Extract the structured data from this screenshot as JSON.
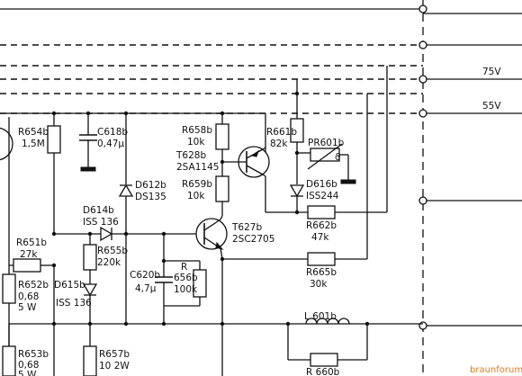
{
  "schematic": {
    "rails": {
      "v75": "75V",
      "v55": "55V"
    },
    "watermark": "braunforum",
    "components": {
      "r654": {
        "ref": "R654b",
        "value": "1,5M"
      },
      "c618": {
        "ref": "C618b",
        "value": "0,47μ"
      },
      "r658": {
        "ref": "R658b",
        "value": "10k"
      },
      "t628": {
        "ref": "T628b",
        "type": "2SA1145"
      },
      "r659": {
        "ref": "R659b",
        "value": "10k"
      },
      "d612": {
        "ref": "D612b",
        "type": "DS135"
      },
      "r661": {
        "ref": "R661b",
        "value": "82k"
      },
      "pr601": {
        "ref": "PR601b",
        "mark": "ϑ"
      },
      "d616": {
        "ref": "D616b",
        "type": "ISS244"
      },
      "r662": {
        "ref": "R662b",
        "value": "47k"
      },
      "d614": {
        "ref": "D614b",
        "type": "ISS 136"
      },
      "t627": {
        "ref": "T627b",
        "type": "2SC2705"
      },
      "r651": {
        "ref": "R651b",
        "value": "27k"
      },
      "r655": {
        "ref": "R655b",
        "value": "220k"
      },
      "r656": {
        "ref_a": "R",
        "ref_b": "656b",
        "value": "100k"
      },
      "c620": {
        "ref": "C620b",
        "value": "4,7μ"
      },
      "r665": {
        "ref": "R665b",
        "value": "30k"
      },
      "r652": {
        "ref": "R652b",
        "value": "0,68",
        "power": "5 W"
      },
      "d615": {
        "ref": "D615b",
        "type": "ISS 136"
      },
      "l601": {
        "ref": "L 601b"
      },
      "r653": {
        "ref": "R653b",
        "value": "0,68",
        "power": "5 W"
      },
      "r657": {
        "ref": "R657b",
        "value": "10  2W"
      },
      "r660": {
        "ref": "R 660b"
      }
    }
  }
}
